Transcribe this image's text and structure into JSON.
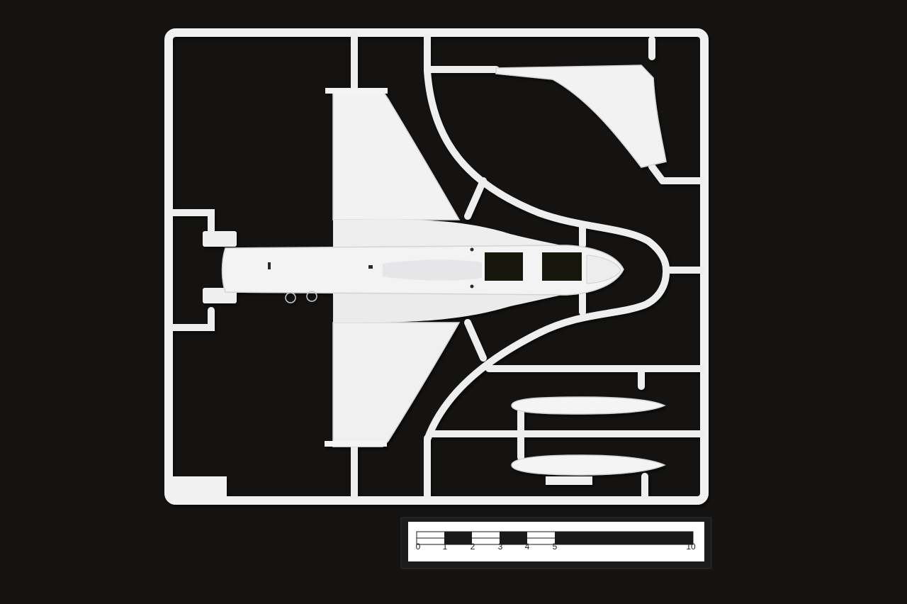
{
  "scene": {
    "subject": "sprue-frame",
    "colors": {
      "background": "#141311",
      "plastic": "#f2f2f2",
      "plastic_shadow": "#cfd0d2",
      "scale_dark": "#1a1a1a",
      "scale_light": "#ffffff"
    }
  },
  "scale_bar": {
    "labels": [
      "0",
      "1",
      "2",
      "3",
      "4",
      "5",
      "10"
    ]
  }
}
